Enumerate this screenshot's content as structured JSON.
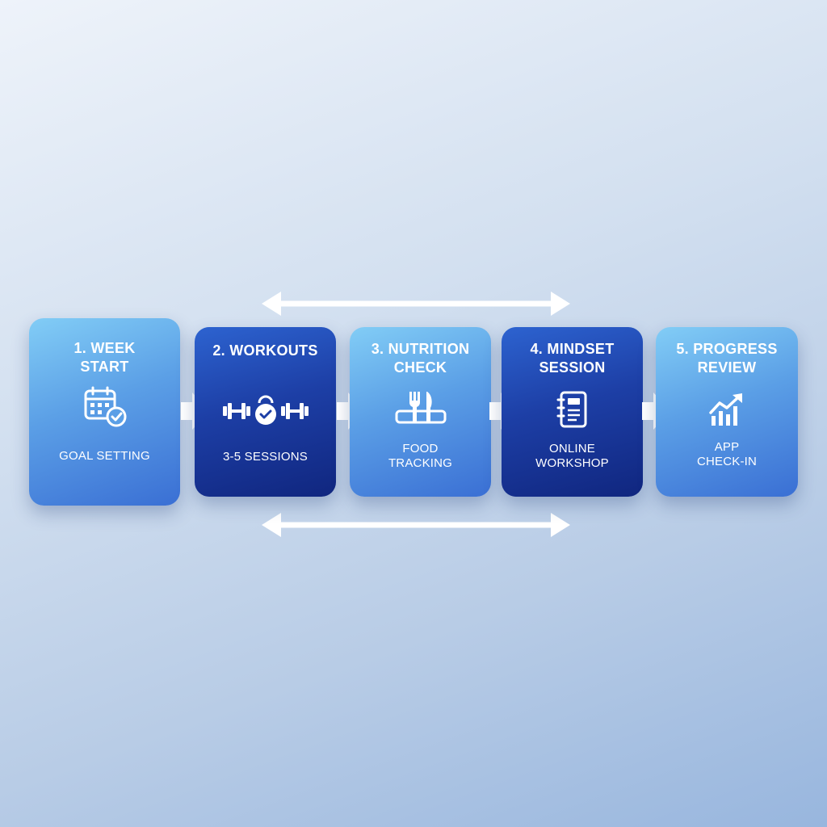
{
  "steps": [
    {
      "title_line1": "1. WEEK",
      "title_line2": "START",
      "icon": "calendar-check-icon",
      "caption_line1": "GOAL SETTING",
      "caption_line2": "",
      "style": "light"
    },
    {
      "title_line1": "2. WORKOUTS",
      "title_line2": "",
      "icon": "dumbbell-kettlebell-icon",
      "caption_line1": "3-5 SESSIONS",
      "caption_line2": "",
      "style": "dark"
    },
    {
      "title_line1": "3. NUTRITION",
      "title_line2": "CHECK",
      "icon": "fork-knife-icon",
      "caption_line1": "FOOD",
      "caption_line2": "TRACKING",
      "style": "light"
    },
    {
      "title_line1": "4. MINDSET",
      "title_line2": "SESSION",
      "icon": "notebook-icon",
      "caption_line1": "ONLINE",
      "caption_line2": "WORKSHOP",
      "style": "dark"
    },
    {
      "title_line1": "5. PROGRESS",
      "title_line2": "REVIEW",
      "icon": "growth-chart-icon",
      "caption_line1": "APP",
      "caption_line2": "CHECK-IN",
      "style": "light"
    }
  ],
  "colors": {
    "light_card": "#5b9fe6",
    "dark_card": "#1d3fa6",
    "text": "#ffffff",
    "arrows": "#ffffff"
  }
}
